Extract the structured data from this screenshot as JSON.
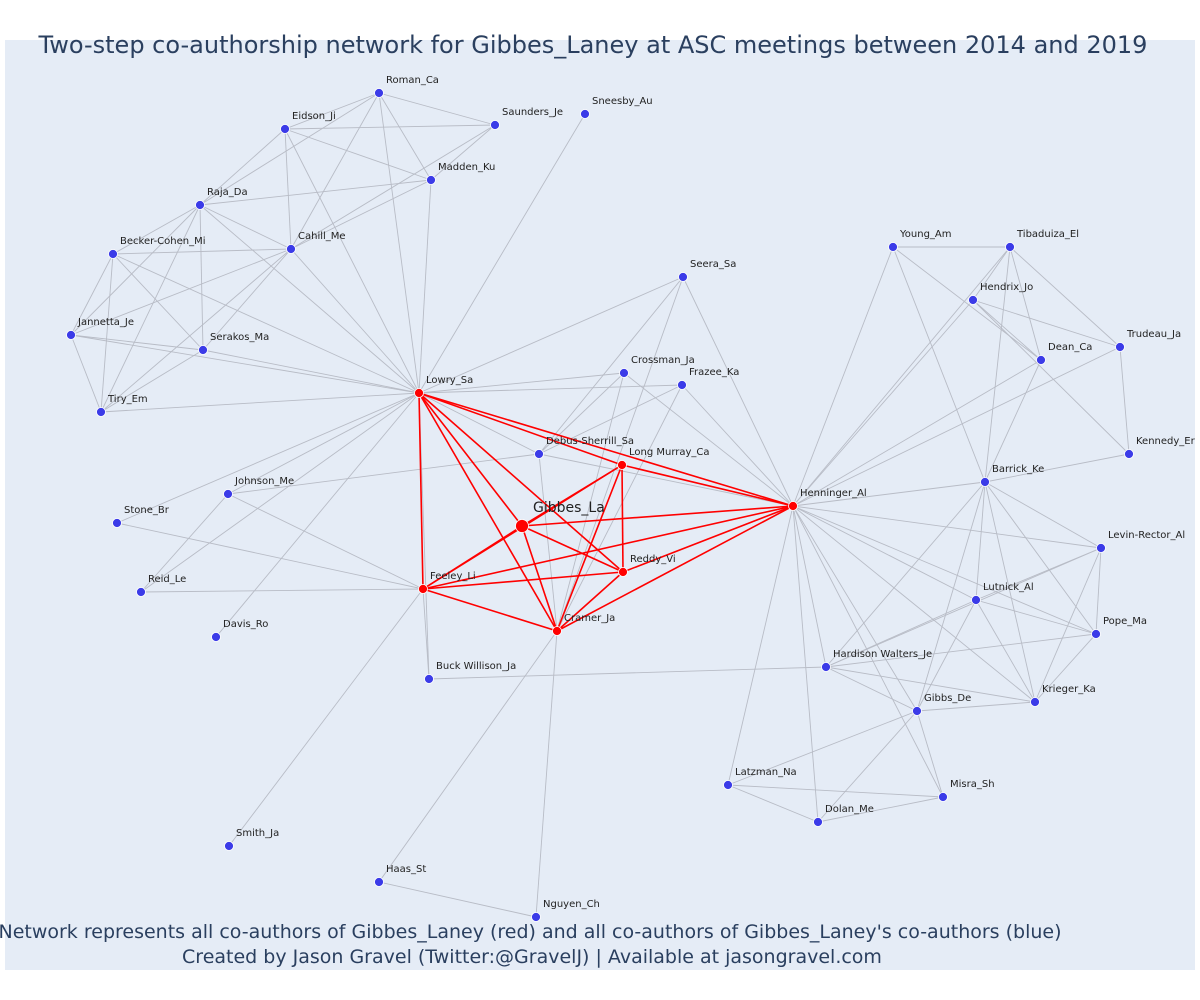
{
  "title": "Two-step co-authorship network for Gibbes_Laney at ASC meetings between 2014 and 2019",
  "caption_line1": "Network represents all co-authors of Gibbes_Laney (red) and all co-authors of Gibbes_Laney's co-authors (blue)",
  "caption_line2": "Created by Jason Gravel (Twitter:@GravelJ) | Available at jasongravel.com",
  "colors": {
    "background": "#e5ecf6",
    "direct_coauthor": "#ff0000",
    "second_step": "#3b3be8",
    "edge_direct": "#ff0000",
    "edge_other": "#b8bcc6",
    "text": "#2a3f5f"
  },
  "network": {
    "focal": "Gibbes_La",
    "nodes": [
      {
        "id": "Gibbes_La",
        "label": "Gibbes_La",
        "group": "focal"
      },
      {
        "id": "Lowry_Sa",
        "label": "Lowry_Sa",
        "group": "direct"
      },
      {
        "id": "Feeley_Li",
        "label": "Feeley_Li",
        "group": "direct"
      },
      {
        "id": "Cramer_Ja",
        "label": "Cramer_Ja",
        "group": "direct"
      },
      {
        "id": "Reddy_Vi",
        "label": "Reddy_Vi",
        "group": "direct"
      },
      {
        "id": "LongMurray_Ca",
        "label": "Long Murray_Ca",
        "group": "direct"
      },
      {
        "id": "Henninger_Al",
        "label": "Henninger_Al",
        "group": "direct"
      },
      {
        "id": "Roman_Ca",
        "label": "Roman_Ca",
        "group": "second"
      },
      {
        "id": "Eidson_Ji",
        "label": "Eidson_Ji",
        "group": "second"
      },
      {
        "id": "Saunders_Je",
        "label": "Saunders_Je",
        "group": "second"
      },
      {
        "id": "Sneesby_Au",
        "label": "Sneesby_Au",
        "group": "second"
      },
      {
        "id": "Madden_Ku",
        "label": "Madden_Ku",
        "group": "second"
      },
      {
        "id": "Raja_Da",
        "label": "Raja_Da",
        "group": "second"
      },
      {
        "id": "BeckerCohen_Mi",
        "label": "Becker-Cohen_Mi",
        "group": "second"
      },
      {
        "id": "Cahill_Me",
        "label": "Cahill_Me",
        "group": "second"
      },
      {
        "id": "Jannetta_Je",
        "label": "Jannetta_Je",
        "group": "second"
      },
      {
        "id": "Serakos_Ma",
        "label": "Serakos_Ma",
        "group": "second"
      },
      {
        "id": "Tiry_Em",
        "label": "Tiry_Em",
        "group": "second"
      },
      {
        "id": "Seera_Sa",
        "label": "Seera_Sa",
        "group": "second"
      },
      {
        "id": "Crossman_Ja",
        "label": "Crossman_Ja",
        "group": "second"
      },
      {
        "id": "Frazee_Ka",
        "label": "Frazee_Ka",
        "group": "second"
      },
      {
        "id": "DebusSherrill_Sa",
        "label": "Debus-Sherrill_Sa",
        "group": "second"
      },
      {
        "id": "Johnson_Me",
        "label": "Johnson_Me",
        "group": "second"
      },
      {
        "id": "Stone_Br",
        "label": "Stone_Br",
        "group": "second"
      },
      {
        "id": "Reid_Le",
        "label": "Reid_Le",
        "group": "second"
      },
      {
        "id": "Davis_Ro",
        "label": "Davis_Ro",
        "group": "second"
      },
      {
        "id": "BuckWillison_Ja",
        "label": "Buck Willison_Ja",
        "group": "second"
      },
      {
        "id": "Smith_Ja",
        "label": "Smith_Ja",
        "group": "second"
      },
      {
        "id": "Haas_St",
        "label": "Haas_St",
        "group": "second"
      },
      {
        "id": "Nguyen_Ch",
        "label": "Nguyen_Ch",
        "group": "second"
      },
      {
        "id": "Young_Am",
        "label": "Young_Am",
        "group": "second"
      },
      {
        "id": "Tibaduiza_El",
        "label": "Tibaduiza_El",
        "group": "second"
      },
      {
        "id": "Hendrix_Jo",
        "label": "Hendrix_Jo",
        "group": "second"
      },
      {
        "id": "Trudeau_Ja",
        "label": "Trudeau_Ja",
        "group": "second"
      },
      {
        "id": "Dean_Ca",
        "label": "Dean_Ca",
        "group": "second"
      },
      {
        "id": "Kennedy_Er",
        "label": "Kennedy_Er",
        "group": "second"
      },
      {
        "id": "Barrick_Ke",
        "label": "Barrick_Ke",
        "group": "second"
      },
      {
        "id": "LevinRector_Al",
        "label": "Levin-Rector_Al",
        "group": "second"
      },
      {
        "id": "Lutnick_Al",
        "label": "Lutnick_Al",
        "group": "second"
      },
      {
        "id": "Pope_Ma",
        "label": "Pope_Ma",
        "group": "second"
      },
      {
        "id": "HardisonWalters_Je",
        "label": "Hardison Walters_Je",
        "group": "second"
      },
      {
        "id": "Krieger_Ka",
        "label": "Krieger_Ka",
        "group": "second"
      },
      {
        "id": "Gibbs_De",
        "label": "Gibbs_De",
        "group": "second"
      },
      {
        "id": "Latzman_Na",
        "label": "Latzman_Na",
        "group": "second"
      },
      {
        "id": "Misra_Sh",
        "label": "Misra_Sh",
        "group": "second"
      },
      {
        "id": "Dolan_Me",
        "label": "Dolan_Me",
        "group": "second"
      }
    ],
    "edges": [
      [
        "Gibbes_La",
        "Lowry_Sa"
      ],
      [
        "Gibbes_La",
        "Feeley_Li"
      ],
      [
        "Gibbes_La",
        "Cramer_Ja"
      ],
      [
        "Gibbes_La",
        "Reddy_Vi"
      ],
      [
        "Gibbes_La",
        "LongMurray_Ca"
      ],
      [
        "Gibbes_La",
        "Henninger_Al"
      ],
      [
        "Lowry_Sa",
        "Feeley_Li"
      ],
      [
        "Lowry_Sa",
        "Cramer_Ja"
      ],
      [
        "Lowry_Sa",
        "Reddy_Vi"
      ],
      [
        "Lowry_Sa",
        "LongMurray_Ca"
      ],
      [
        "Lowry_Sa",
        "Henninger_Al"
      ],
      [
        "Feeley_Li",
        "Cramer_Ja"
      ],
      [
        "Feeley_Li",
        "Reddy_Vi"
      ],
      [
        "Feeley_Li",
        "LongMurray_Ca"
      ],
      [
        "Feeley_Li",
        "Henninger_Al"
      ],
      [
        "Cramer_Ja",
        "Reddy_Vi"
      ],
      [
        "Cramer_Ja",
        "LongMurray_Ca"
      ],
      [
        "Cramer_Ja",
        "Henninger_Al"
      ],
      [
        "Reddy_Vi",
        "LongMurray_Ca"
      ],
      [
        "Reddy_Vi",
        "Henninger_Al"
      ],
      [
        "LongMurray_Ca",
        "Henninger_Al"
      ],
      [
        "Roman_Ca",
        "Eidson_Ji"
      ],
      [
        "Roman_Ca",
        "Saunders_Je"
      ],
      [
        "Roman_Ca",
        "Madden_Ku"
      ],
      [
        "Roman_Ca",
        "Raja_Da"
      ],
      [
        "Roman_Ca",
        "Cahill_Me"
      ],
      [
        "Roman_Ca",
        "Lowry_Sa"
      ],
      [
        "Eidson_Ji",
        "Saunders_Je"
      ],
      [
        "Eidson_Ji",
        "Madden_Ku"
      ],
      [
        "Eidson_Ji",
        "Raja_Da"
      ],
      [
        "Eidson_Ji",
        "Cahill_Me"
      ],
      [
        "Eidson_Ji",
        "Lowry_Sa"
      ],
      [
        "Saunders_Je",
        "Madden_Ku"
      ],
      [
        "Saunders_Je",
        "Cahill_Me"
      ],
      [
        "Madden_Ku",
        "Raja_Da"
      ],
      [
        "Madden_Ku",
        "Cahill_Me"
      ],
      [
        "Madden_Ku",
        "Lowry_Sa"
      ],
      [
        "Raja_Da",
        "BeckerCohen_Mi"
      ],
      [
        "Raja_Da",
        "Cahill_Me"
      ],
      [
        "Raja_Da",
        "Jannetta_Je"
      ],
      [
        "Raja_Da",
        "Serakos_Ma"
      ],
      [
        "Raja_Da",
        "Tiry_Em"
      ],
      [
        "Raja_Da",
        "Lowry_Sa"
      ],
      [
        "BeckerCohen_Mi",
        "Cahill_Me"
      ],
      [
        "BeckerCohen_Mi",
        "Jannetta_Je"
      ],
      [
        "BeckerCohen_Mi",
        "Serakos_Ma"
      ],
      [
        "BeckerCohen_Mi",
        "Tiry_Em"
      ],
      [
        "BeckerCohen_Mi",
        "Lowry_Sa"
      ],
      [
        "Cahill_Me",
        "Jannetta_Je"
      ],
      [
        "Cahill_Me",
        "Serakos_Ma"
      ],
      [
        "Cahill_Me",
        "Tiry_Em"
      ],
      [
        "Cahill_Me",
        "Lowry_Sa"
      ],
      [
        "Jannetta_Je",
        "Serakos_Ma"
      ],
      [
        "Jannetta_Je",
        "Tiry_Em"
      ],
      [
        "Jannetta_Je",
        "Lowry_Sa"
      ],
      [
        "Serakos_Ma",
        "Tiry_Em"
      ],
      [
        "Serakos_Ma",
        "Lowry_Sa"
      ],
      [
        "Tiry_Em",
        "Lowry_Sa"
      ],
      [
        "Sneesby_Au",
        "Lowry_Sa"
      ],
      [
        "Seera_Sa",
        "Lowry_Sa"
      ],
      [
        "Seera_Sa",
        "DebusSherrill_Sa"
      ],
      [
        "Seera_Sa",
        "Cramer_Ja"
      ],
      [
        "Seera_Sa",
        "Henninger_Al"
      ],
      [
        "Crossman_Ja",
        "Lowry_Sa"
      ],
      [
        "Crossman_Ja",
        "DebusSherrill_Sa"
      ],
      [
        "Crossman_Ja",
        "Cramer_Ja"
      ],
      [
        "Crossman_Ja",
        "Henninger_Al"
      ],
      [
        "Frazee_Ka",
        "Lowry_Sa"
      ],
      [
        "Frazee_Ka",
        "DebusSherrill_Sa"
      ],
      [
        "Frazee_Ka",
        "Cramer_Ja"
      ],
      [
        "Frazee_Ka",
        "Henninger_Al"
      ],
      [
        "DebusSherrill_Sa",
        "Lowry_Sa"
      ],
      [
        "DebusSherrill_Sa",
        "Johnson_Me"
      ],
      [
        "DebusSherrill_Sa",
        "Henninger_Al"
      ],
      [
        "DebusSherrill_Sa",
        "Cramer_Ja"
      ],
      [
        "Johnson_Me",
        "Lowry_Sa"
      ],
      [
        "Johnson_Me",
        "Feeley_Li"
      ],
      [
        "Johnson_Me",
        "Reid_Le"
      ],
      [
        "Stone_Br",
        "Lowry_Sa"
      ],
      [
        "Stone_Br",
        "Feeley_Li"
      ],
      [
        "Reid_Le",
        "Feeley_Li"
      ],
      [
        "Reid_Le",
        "Lowry_Sa"
      ],
      [
        "Davis_Ro",
        "Lowry_Sa"
      ],
      [
        "BuckWillison_Ja",
        "Feeley_Li"
      ],
      [
        "BuckWillison_Ja",
        "Lowry_Sa"
      ],
      [
        "BuckWillison_Ja",
        "HardisonWalters_Je"
      ],
      [
        "Smith_Ja",
        "Feeley_Li"
      ],
      [
        "Haas_St",
        "Cramer_Ja"
      ],
      [
        "Haas_St",
        "Nguyen_Ch"
      ],
      [
        "Nguyen_Ch",
        "Cramer_Ja"
      ],
      [
        "Young_Am",
        "Tibaduiza_El"
      ],
      [
        "Young_Am",
        "Henninger_Al"
      ],
      [
        "Young_Am",
        "Barrick_Ke"
      ],
      [
        "Young_Am",
        "Dean_Ca"
      ],
      [
        "Tibaduiza_El",
        "Hendrix_Jo"
      ],
      [
        "Tibaduiza_El",
        "Trudeau_Ja"
      ],
      [
        "Tibaduiza_El",
        "Dean_Ca"
      ],
      [
        "Tibaduiza_El",
        "Henninger_Al"
      ],
      [
        "Tibaduiza_El",
        "Barrick_Ke"
      ],
      [
        "Hendrix_Jo",
        "Henninger_Al"
      ],
      [
        "Hendrix_Jo",
        "Dean_Ca"
      ],
      [
        "Hendrix_Jo",
        "Trudeau_Ja"
      ],
      [
        "Hendrix_Jo",
        "Kennedy_Er"
      ],
      [
        "Trudeau_Ja",
        "Kennedy_Er"
      ],
      [
        "Trudeau_Ja",
        "Henninger_Al"
      ],
      [
        "Dean_Ca",
        "Henninger_Al"
      ],
      [
        "Dean_Ca",
        "Barrick_Ke"
      ],
      [
        "Kennedy_Er",
        "Barrick_Ke"
      ],
      [
        "Barrick_Ke",
        "Henninger_Al"
      ],
      [
        "Barrick_Ke",
        "LevinRector_Al"
      ],
      [
        "Barrick_Ke",
        "Lutnick_Al"
      ],
      [
        "Barrick_Ke",
        "Pope_Ma"
      ],
      [
        "Barrick_Ke",
        "Krieger_Ka"
      ],
      [
        "Barrick_Ke",
        "Gibbs_De"
      ],
      [
        "Barrick_Ke",
        "HardisonWalters_Je"
      ],
      [
        "Henninger_Al",
        "LevinRector_Al"
      ],
      [
        "Henninger_Al",
        "Lutnick_Al"
      ],
      [
        "Henninger_Al",
        "Pope_Ma"
      ],
      [
        "Henninger_Al",
        "HardisonWalters_Je"
      ],
      [
        "Henninger_Al",
        "Krieger_Ka"
      ],
      [
        "Henninger_Al",
        "Gibbs_De"
      ],
      [
        "Henninger_Al",
        "Latzman_Na"
      ],
      [
        "Henninger_Al",
        "Misra_Sh"
      ],
      [
        "Henninger_Al",
        "Dolan_Me"
      ],
      [
        "LevinRector_Al",
        "Lutnick_Al"
      ],
      [
        "LevinRector_Al",
        "Pope_Ma"
      ],
      [
        "LevinRector_Al",
        "Krieger_Ka"
      ],
      [
        "LevinRector_Al",
        "HardisonWalters_Je"
      ],
      [
        "Lutnick_Al",
        "Pope_Ma"
      ],
      [
        "Lutnick_Al",
        "HardisonWalters_Je"
      ],
      [
        "Lutnick_Al",
        "Krieger_Ka"
      ],
      [
        "Lutnick_Al",
        "Gibbs_De"
      ],
      [
        "Pope_Ma",
        "Krieger_Ka"
      ],
      [
        "Pope_Ma",
        "HardisonWalters_Je"
      ],
      [
        "HardisonWalters_Je",
        "Gibbs_De"
      ],
      [
        "HardisonWalters_Je",
        "Krieger_Ka"
      ],
      [
        "Gibbs_De",
        "Krieger_Ka"
      ],
      [
        "Gibbs_De",
        "Latzman_Na"
      ],
      [
        "Gibbs_De",
        "Misra_Sh"
      ],
      [
        "Gibbs_De",
        "Dolan_Me"
      ],
      [
        "Latzman_Na",
        "Misra_Sh"
      ],
      [
        "Latzman_Na",
        "Dolan_Me"
      ],
      [
        "Misra_Sh",
        "Dolan_Me"
      ]
    ]
  }
}
